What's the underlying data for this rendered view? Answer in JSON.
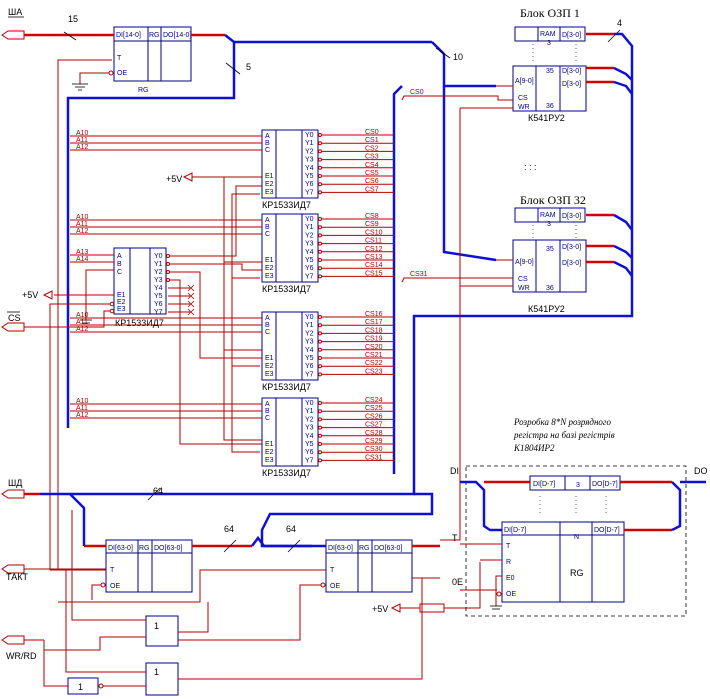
{
  "signals": {
    "sha": "ША",
    "cs_bar": "CS",
    "shd": "ШД",
    "takt": "ТАКТ",
    "wr_rd": "WR/RD",
    "plus5v_left": "+5V",
    "plus5v_mid": "+5V",
    "plus5v_bottom": "+5V",
    "di_ext": "DI",
    "do_ext": "DO",
    "t_ext": "T",
    "oe_ext": "0E"
  },
  "bus_labels": {
    "b15": "15",
    "b5": "5",
    "b10": "10",
    "b4": "4",
    "b64a": "64",
    "b64b": "64",
    "b64c": "64"
  },
  "addr_register": {
    "di": "DI[14-0]",
    "rg": "RG",
    "do": "DO[14-0]",
    "t": "T",
    "oe": "OE",
    "caption": "RG"
  },
  "ram_blocks": [
    {
      "title": "Блок  ОЗП  1",
      "ram": "RAM",
      "a": "A[9-0]",
      "d": "D[3-0]",
      "cs": "CS",
      "wr": "WR",
      "chip": "К541РУ2",
      "n35": "35",
      "n36": "36",
      "top_d": "D[3-0]",
      "sub": "3"
    },
    {
      "title": "Блок  ОЗП  32",
      "ram": "RAM",
      "a": "A[9-0]",
      "d": "D[3-0]",
      "cs": "CS",
      "wr": "WR",
      "chip": "К541РУ2",
      "n35": "35",
      "n36": "36",
      "top_d": "D[3-0]",
      "sub": "3"
    }
  ],
  "cs_bus": {
    "cs0": "CS0",
    "cs31": "CS31"
  },
  "decoders": [
    {
      "chip": "КР1533ИД7",
      "addr": [
        "A10",
        "A11",
        "A12"
      ],
      "outs": [
        "CS0",
        "CS1",
        "CS2",
        "CS3",
        "CS4",
        "CS5",
        "CS6",
        "CS7"
      ]
    },
    {
      "chip": "КР1533ИД7",
      "addr": [
        "A10",
        "A11",
        "A12"
      ],
      "outs": [
        "CS8",
        "CS9",
        "CS10",
        "CS11",
        "CS12",
        "CS13",
        "CS14",
        "CS15"
      ]
    },
    {
      "chip": "КР1533ИД7",
      "addr": [
        "A10",
        "A11",
        "A12"
      ],
      "outs": [
        "CS16",
        "CS17",
        "CS18",
        "CS19",
        "CS20",
        "CS21",
        "CS22",
        "CS23"
      ]
    },
    {
      "chip": "КР1533ИД7",
      "addr": [
        "A10",
        "A11",
        "A12"
      ],
      "outs": [
        "CS24",
        "CS25",
        "CS26",
        "CS27",
        "CS28",
        "CS29",
        "CS30",
        "CS31"
      ]
    }
  ],
  "decoder_pins": {
    "a": "A",
    "b": "B",
    "c": "C",
    "e1": "E1",
    "e2": "E2",
    "e3": "E3",
    "y": [
      "Y0",
      "Y1",
      "Y2",
      "Y3",
      "Y4",
      "Y5",
      "Y6",
      "Y7"
    ]
  },
  "master_decoder": {
    "chip": "КР1533ИД7",
    "addr": [
      "A13",
      "A14"
    ]
  },
  "data_registers": [
    {
      "di": "DI[63-0]",
      "rg": "RG",
      "do": "DO[63-0]",
      "t": "T",
      "oe": "OE"
    },
    {
      "di": "DI[63-0]",
      "rg": "RG",
      "do": "DO[63-0]",
      "t": "T",
      "oe": "OE"
    }
  ],
  "gates": {
    "g1": "1",
    "g2": "1",
    "g3": "1"
  },
  "ext_register": {
    "note_line1": "Розробка 8*N розрядного",
    "note_line2": "регістра на базі регістрів",
    "note_line3": "К1804ИР2",
    "top_di": "DI[D-7]",
    "top_n": "3",
    "top_do": "DO[D-7]",
    "di": "DI[D-7]",
    "n": "N",
    "do": "DO[D-7]",
    "rg": "RG",
    "pins": [
      "T",
      "R",
      "E0",
      "OE"
    ]
  },
  "dots": {
    "cols": ": : :",
    "col2": ":",
    "col3": ":"
  }
}
